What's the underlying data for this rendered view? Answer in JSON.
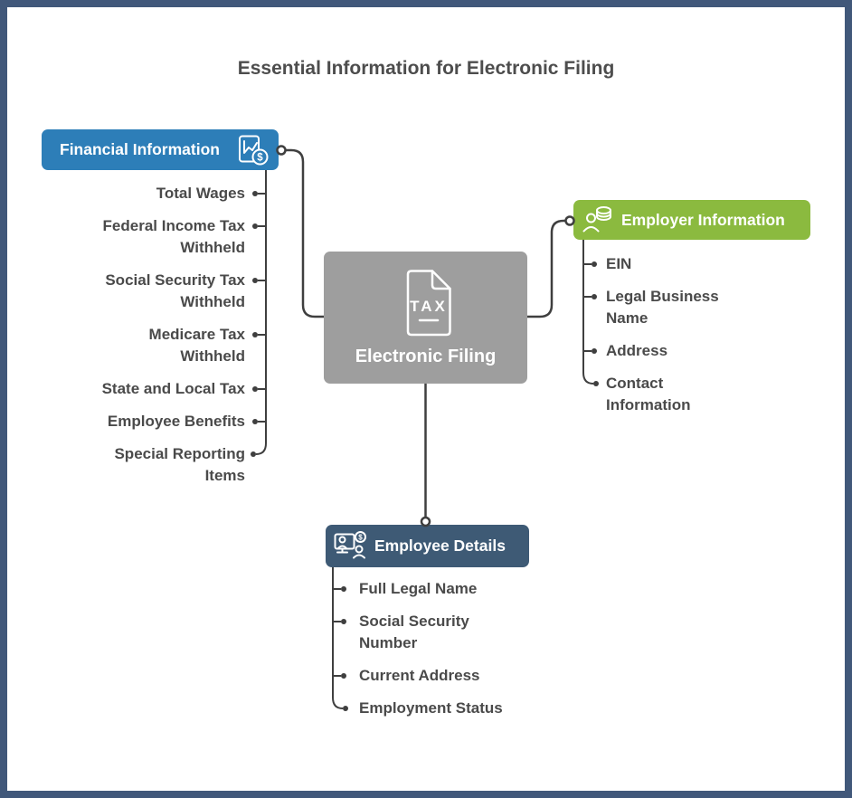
{
  "title": "Essential Information for Electronic Filing",
  "center_node": {
    "label": "Electronic Filing",
    "icon": "tax-document-icon",
    "icon_text": "TAX",
    "color": "#9E9E9E"
  },
  "branches": {
    "financial": {
      "label": "Financial Information",
      "color": "#2D7EB8",
      "icon": "financial-report-dollar-icon",
      "items": [
        "Total Wages",
        "Federal Income Tax Withheld",
        "Social Security Tax Withheld",
        "Medicare Tax Withheld",
        "State and Local Tax",
        "Employee Benefits",
        "Special Reporting Items"
      ]
    },
    "employer": {
      "label": "Employer Information",
      "color": "#8BBA3F",
      "icon": "employer-person-database-icon",
      "items": [
        "EIN",
        "Legal Business Name",
        "Address",
        "Contact Information"
      ]
    },
    "employee": {
      "label": "Employee Details",
      "color": "#3E5A75",
      "icon": "employee-monitor-dollar-icon",
      "items": [
        "Full Legal Name",
        "Social Security Number",
        "Current Address",
        "Employment Status"
      ]
    }
  },
  "glyphs": {
    "dollar": "$"
  },
  "colors": {
    "connector": "#3F3F3F",
    "frame_border": "#41587A",
    "title_text": "#4D4D4D",
    "body_text": "#4A4A4A"
  }
}
